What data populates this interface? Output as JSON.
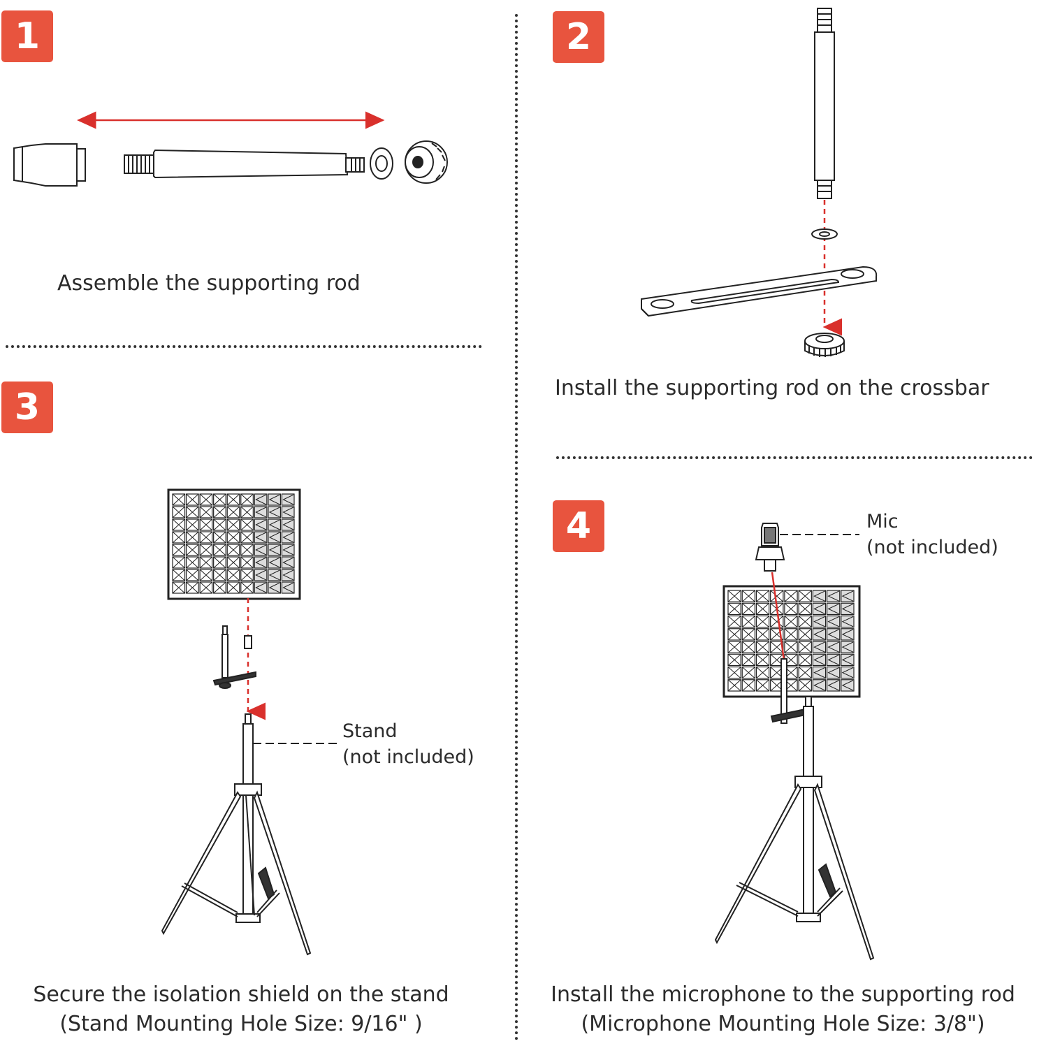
{
  "steps": [
    {
      "number": "1",
      "caption": "Assemble the supporting rod"
    },
    {
      "number": "2",
      "caption": "Install the supporting rod on the crossbar"
    },
    {
      "number": "3",
      "caption_line1": "Secure the isolation shield on the stand",
      "caption_line2": "(Stand Mounting Hole Size: 9/16\" )",
      "label_line1": "Stand",
      "label_line2": "(not included)"
    },
    {
      "number": "4",
      "caption_line1": "Install the microphone to the supporting rod",
      "caption_line2": "(Microphone Mounting Hole Size: 3/8\")",
      "label_line1": "Mic",
      "label_line2": "(not included)"
    }
  ],
  "colors": {
    "badge": "#e8543e",
    "arrow": "#d9302c",
    "line": "#333333"
  },
  "icons": [
    "adapter-icon",
    "threaded-rod-icon",
    "washer-icon",
    "knob-icon",
    "crossbar-icon",
    "isolation-shield-icon",
    "tripod-stand-icon",
    "microphone-icon"
  ]
}
